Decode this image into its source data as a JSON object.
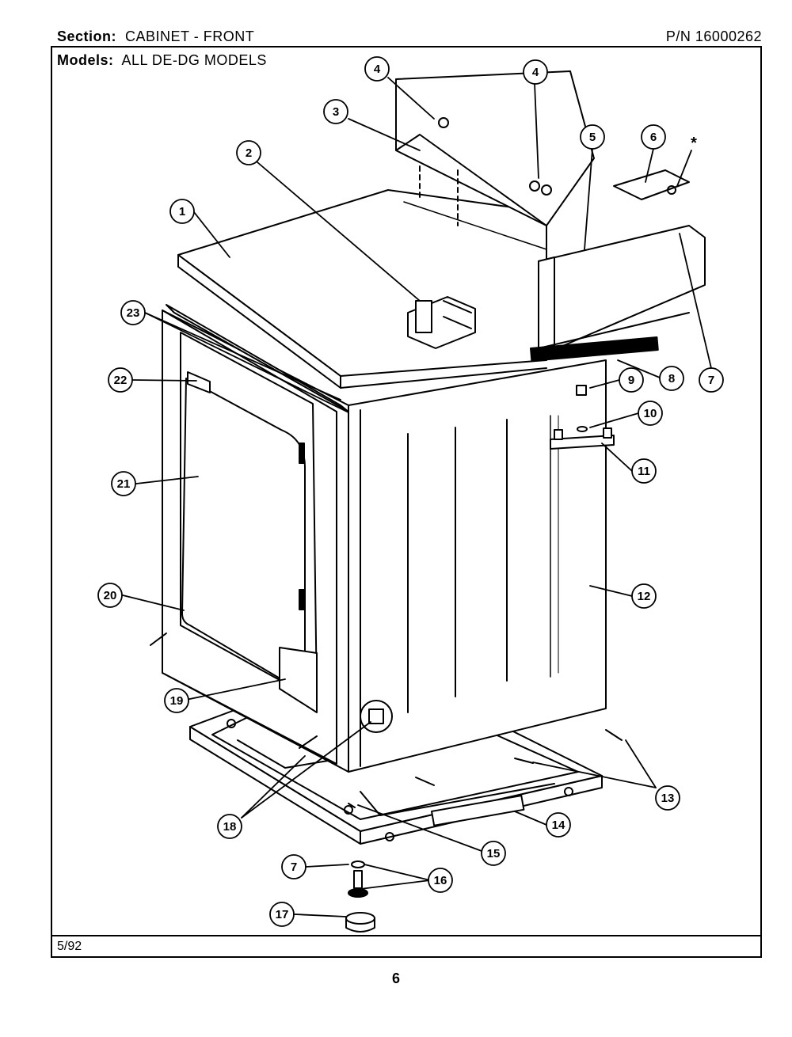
{
  "header": {
    "section_label": "Section:",
    "section_value": "CABINET - FRONT",
    "pn": "P/N 16000262",
    "models_label": "Models:",
    "models_value": "ALL DE-DG MODELS"
  },
  "footer": {
    "date": "5/92",
    "page": "6"
  },
  "callouts": [
    {
      "id": "c1",
      "text": "1"
    },
    {
      "id": "c2",
      "text": "2"
    },
    {
      "id": "c3",
      "text": "3"
    },
    {
      "id": "c4a",
      "text": "4"
    },
    {
      "id": "c4b",
      "text": "4"
    },
    {
      "id": "c5",
      "text": "5"
    },
    {
      "id": "c6",
      "text": "6"
    },
    {
      "id": "star",
      "text": "*"
    },
    {
      "id": "c7a",
      "text": "7"
    },
    {
      "id": "c8",
      "text": "8"
    },
    {
      "id": "c9",
      "text": "9"
    },
    {
      "id": "c10",
      "text": "10"
    },
    {
      "id": "c11",
      "text": "11"
    },
    {
      "id": "c12",
      "text": "12"
    },
    {
      "id": "c13",
      "text": "13"
    },
    {
      "id": "c14",
      "text": "14"
    },
    {
      "id": "c15",
      "text": "15"
    },
    {
      "id": "c16",
      "text": "16"
    },
    {
      "id": "c17",
      "text": "17"
    },
    {
      "id": "c18",
      "text": "18"
    },
    {
      "id": "c19",
      "text": "19"
    },
    {
      "id": "c20",
      "text": "20"
    },
    {
      "id": "c21",
      "text": "21"
    },
    {
      "id": "c22",
      "text": "22"
    },
    {
      "id": "c23",
      "text": "23"
    },
    {
      "id": "c7b",
      "text": "7"
    }
  ]
}
